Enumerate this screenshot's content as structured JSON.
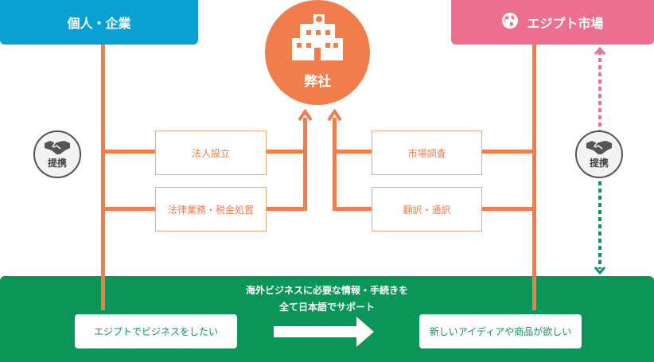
{
  "left_party": {
    "label": "個人・企業"
  },
  "right_party": {
    "label": "エジプト市場",
    "icon": "globe-icon"
  },
  "company": {
    "label": "弊社",
    "icon": "building-icon"
  },
  "services_left": [
    "法人設立",
    "法律業務・税金処置"
  ],
  "services_right": [
    "市場調査",
    "翻訳・通訳"
  ],
  "partnership": {
    "label": "提携",
    "icon": "handshake-icon"
  },
  "bottom": {
    "line1": "海外ビジネスに必要な情報・手続きを",
    "line2": "全て日本語でサポート",
    "need_left": "エジプトでビジネスをしたい",
    "need_right": "新しいアイディアや商品が欲しい"
  },
  "colors": {
    "left_blue": "#0aa0d2",
    "right_pink": "#ec6f8f",
    "accent_orange": "#f17c4c",
    "band_green": "#0c9558"
  }
}
